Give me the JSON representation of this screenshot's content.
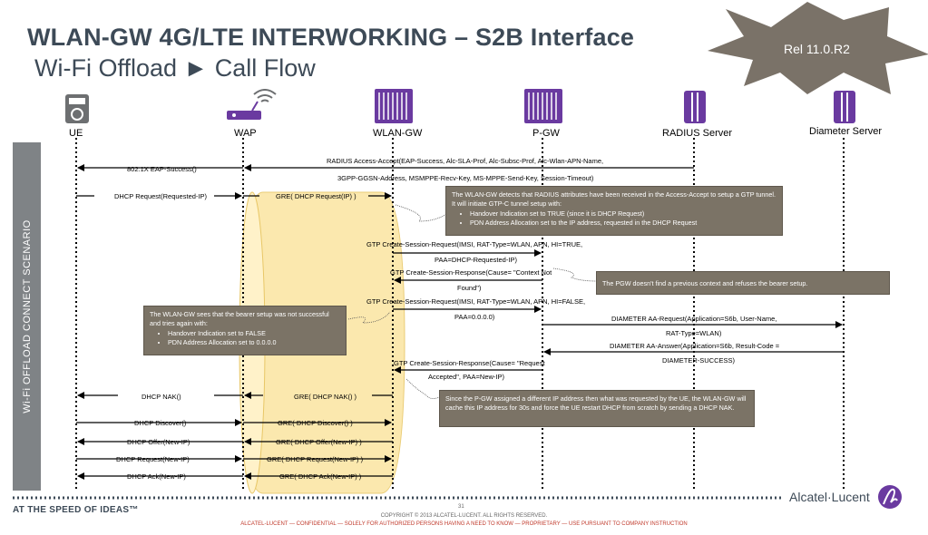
{
  "header": {
    "title": "WLAN-GW  4G/LTE INTERWORKING – S2B Interface",
    "subtitle": "Wi-Fi Offload  ►  Call Flow",
    "release_badge": "Rel 11.0.R2"
  },
  "sidebar": {
    "label": "Wi-Fi  OFFLOAD  CONNECT  SCENARIO"
  },
  "nodes": [
    {
      "label": "UE",
      "icon": "phone-icon"
    },
    {
      "label": "WAP",
      "icon": "wifi-router-icon"
    },
    {
      "label": "WLAN-GW",
      "icon": "router-icon"
    },
    {
      "label": "P-GW",
      "icon": "router-icon"
    },
    {
      "label": "RADIUS Server",
      "icon": "server-icon"
    },
    {
      "label": "Diameter Server",
      "icon": "server-icon"
    }
  ],
  "messages": {
    "radius_accept_1": "RADIUS Access-Accept(EAP-Success, Alc-SLA-Prof, Alc-Subsc-Prof,  Alc-Wlan-APN-Name,",
    "radius_accept_2": "3GPP-GGSN-Address, MSMPPE-Recv-Key, MS-MPPE-Send-Key, Session-Timeout)",
    "eap_success": "802.1X EAP-Success()",
    "dhcp_request": "DHCP Request(Requested-IP)",
    "gre_dhcp_request": "GRE( DHCP Request(IP) )",
    "gtp_csr1_a": "GTP Create-Session-Request(IMSI, RAT-Type=WLAN,  APN, HI=TRUE,",
    "gtp_csr1_b": "PAA=DHCP-Requested-IP)",
    "gtp_resp1_a": "GTP Create-Session-Response(Cause= \"Context Not",
    "gtp_resp1_b": "Found\")",
    "gtp_csr2_a": "GTP Create-Session-Request(IMSI, RAT-Type=WLAN,  APN, HI=FALSE,",
    "gtp_csr2_b": "PAA=0.0.0.0)",
    "diam_req_a": "DIAMETER AA-Request(Application=S6b, User-Name,",
    "diam_req_b": "RAT-Type=WLAN)",
    "diam_ans_a": "DIAMETER AA-Answer(Application=S6b, Result-Code =",
    "diam_ans_b": "DIAMETER-SUCCESS)",
    "gtp_resp2_a": "GTP Create-Session-Response(Cause= \"Request",
    "gtp_resp2_b": "Accepted\", PAA=New-IP)",
    "dhcp_nak": "DHCP NAK()",
    "gre_dhcp_nak": "GRE( DHCP NAK() )",
    "dhcp_discover": "DHCP Discover()",
    "gre_dhcp_discover": "GRE( DHCP Discover() )",
    "dhcp_offer": "DHCP Offer(New-IP)",
    "gre_dhcp_offer": "GRE( DHCP Offer(New-IP) )",
    "dhcp_request_new": "DHCP Request(New-IP)",
    "gre_dhcp_request_new": "GRE( DHCP Request(New-IP) )",
    "dhcp_ack": "DHCP Ack(New-IP)",
    "gre_dhcp_ack": "GRE( DHCP Ack(New-IP) )"
  },
  "notes": {
    "wlan_gw_detects": {
      "text": "The WLAN-GW detects that RADIUS attributes have been received in the Access-Accept to setup a GTP tunnel. It will initiate GTP-C tunnel setup with:",
      "bullets": [
        "Handover Indication set to TRUE (since it is DHCP Request)",
        "PDN Address Allocation set to the IP address, requested in the DHCP Request"
      ]
    },
    "pgw_no_context": {
      "text": "The PGW doesn't find a previous context and refuses the bearer setup."
    },
    "wlan_gw_retry": {
      "text": "The WLAN-GW sees that the bearer setup was not successful and tries again with:",
      "bullets": [
        "Handover Indication set to FALSE",
        "PDN Address Allocation set to 0.0.0.0"
      ]
    },
    "pgw_new_ip": {
      "text": "Since the P-GW assigned a different IP address then what was requested by the UE, the WLAN-GW will cache this IP address for 30s and force the UE restart DHCP from scratch by sending a DHCP NAK."
    }
  },
  "footer": {
    "tagline": "AT THE SPEED OF IDEAS™",
    "page_number": "31",
    "copyright": "COPYRIGHT © 2013 ALCATEL-LUCENT. ALL RIGHTS RESERVED.",
    "confidential": "ALCATEL-LUCENT — CONFIDENTIAL — SOLELY FOR AUTHORIZED PERSONS HAVING A NEED TO KNOW — PROPRIETARY — USE PURSUANT TO COMPANY INSTRUCTION",
    "logo_text": "Alcatel·Lucent"
  },
  "colors": {
    "title": "#3d4a57",
    "sidebar": "#7f8386",
    "note_bg": "#7b7366",
    "tunnel_fill": "#fbe6a6",
    "tunnel_stroke": "#e8c767",
    "node_purple": "#6a3aa0",
    "badge": "#7a7268",
    "confidential": "#c0392b"
  }
}
